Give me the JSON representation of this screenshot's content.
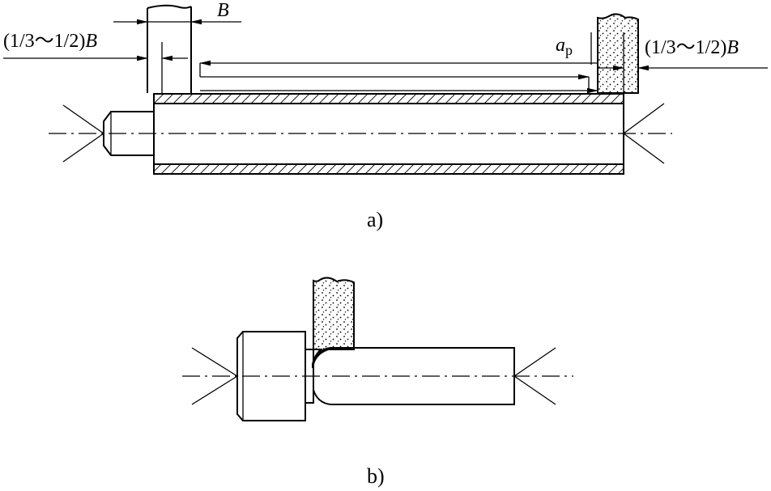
{
  "diagram": {
    "panel_a": {
      "caption": "a)",
      "label_fraction_left": "(1/3～1/2)",
      "label_fraction_left_var": "B",
      "label_width": "B",
      "label_depth_var": "a",
      "label_depth_sub": "p",
      "label_fraction_right": "(1/3～1/2)",
      "label_fraction_right_var": "B"
    },
    "panel_b": {
      "caption": "b)"
    }
  }
}
